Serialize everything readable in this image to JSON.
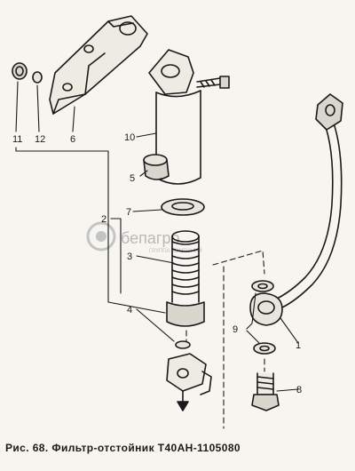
{
  "caption": "Рис. 68. Фильтр-отстойник Т40АН-1105080",
  "watermark": {
    "brand": "бепагро",
    "tagline": "ГРУППА КОМПАНИЙ"
  },
  "callouts": [
    {
      "id": "1",
      "label": "1"
    },
    {
      "id": "2",
      "label": "2"
    },
    {
      "id": "3",
      "label": "3"
    },
    {
      "id": "4",
      "label": "4"
    },
    {
      "id": "5",
      "label": "5"
    },
    {
      "id": "6",
      "label": "6"
    },
    {
      "id": "7",
      "label": "7"
    },
    {
      "id": "8",
      "label": "8"
    },
    {
      "id": "9",
      "label": "9"
    },
    {
      "id": "10",
      "label": "10"
    },
    {
      "id": "11",
      "label": "11"
    },
    {
      "id": "12",
      "label": "12"
    }
  ],
  "colors": {
    "ink": "#1a1a1a",
    "paper": "#f7f5ef",
    "watermark": "#b9b9b9"
  }
}
